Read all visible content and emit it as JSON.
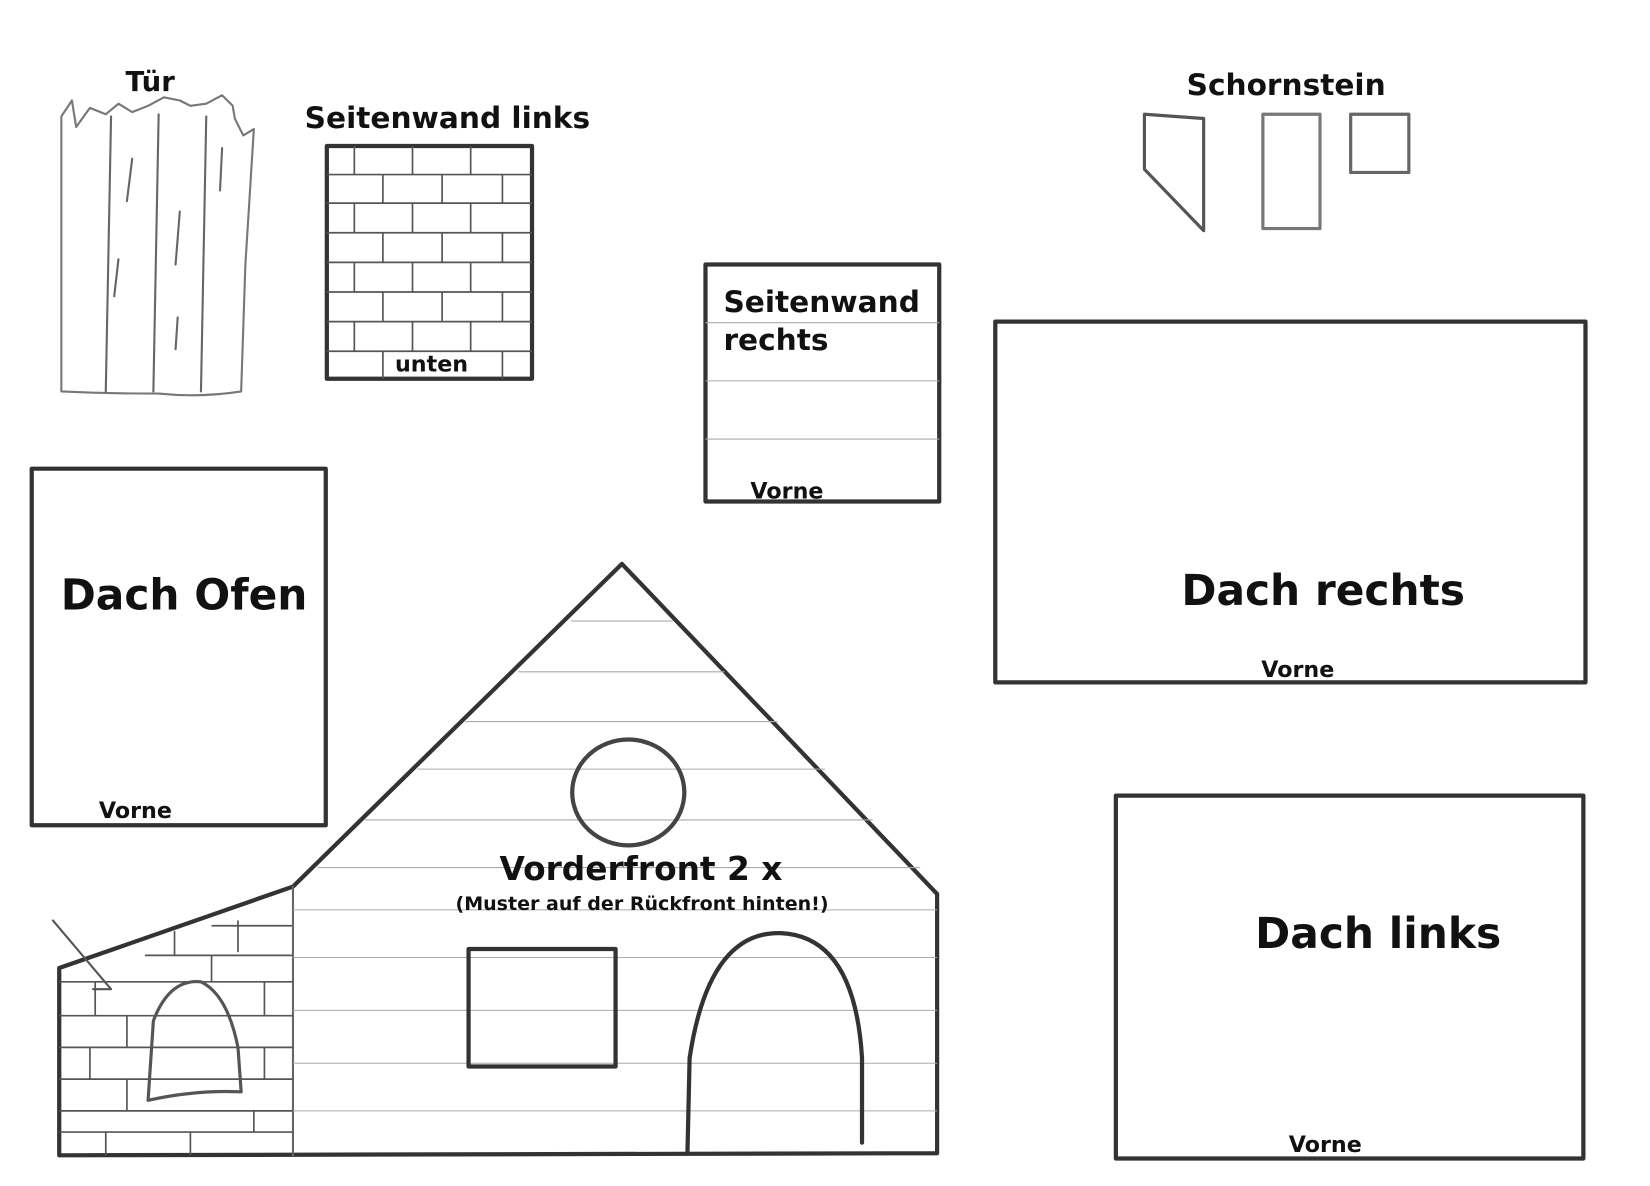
{
  "labels": {
    "door": "Tür",
    "side_left": "Seitenwand links",
    "side_left_bottom": "unten",
    "chimney": "Schornstein",
    "side_right_line1": "Seitenwand",
    "side_right_line2": "rechts",
    "side_right_front": "Vorne",
    "roof_oven": "Dach Ofen",
    "roof_oven_front": "Vorne",
    "roof_right": "Dach rechts",
    "roof_right_front": "Vorne",
    "front": "Vorderfront 2 x",
    "front_note": "(Muster auf der Rückfront hinten!)",
    "roof_left": "Dach links",
    "roof_left_front": "Vorne"
  }
}
